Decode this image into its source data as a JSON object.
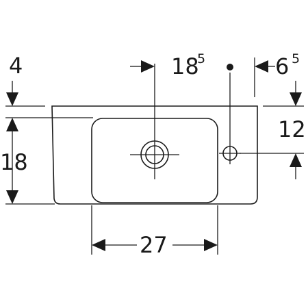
{
  "dimensions": {
    "depth_top": {
      "value": "4"
    },
    "tap_offset": {
      "value": "18",
      "superscript": "5"
    },
    "right_offset": {
      "value": "6",
      "superscript": "5"
    },
    "overflow_height": {
      "value": "12"
    },
    "basin_height": {
      "value": "18"
    },
    "bowl_width": {
      "value": "27"
    }
  }
}
